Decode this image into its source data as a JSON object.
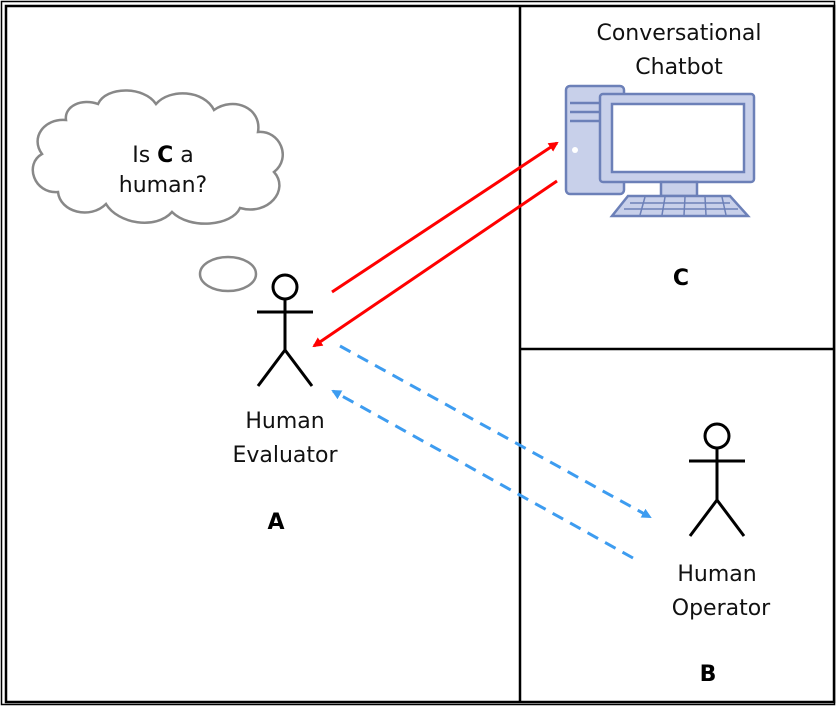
{
  "thought": {
    "line1_prefix": "Is ",
    "line1_bold": "C",
    "line1_suffix": " a",
    "line2": "human?"
  },
  "evaluator": {
    "name_line1": "Human",
    "name_line2": "Evaluator",
    "letter": "A"
  },
  "chatbot": {
    "name_line1": "Conversational",
    "name_line2": "Chatbot",
    "letter": "C"
  },
  "operator": {
    "name_line1": "Human",
    "name_line2": "Operator",
    "letter": "B"
  },
  "colors": {
    "chatbot_channel": "#ff0000",
    "operator_channel": "#3d9cf0",
    "computer_fill": "#c8d0ea",
    "computer_stroke": "#6c80b8",
    "cloud_stroke": "#888888"
  }
}
